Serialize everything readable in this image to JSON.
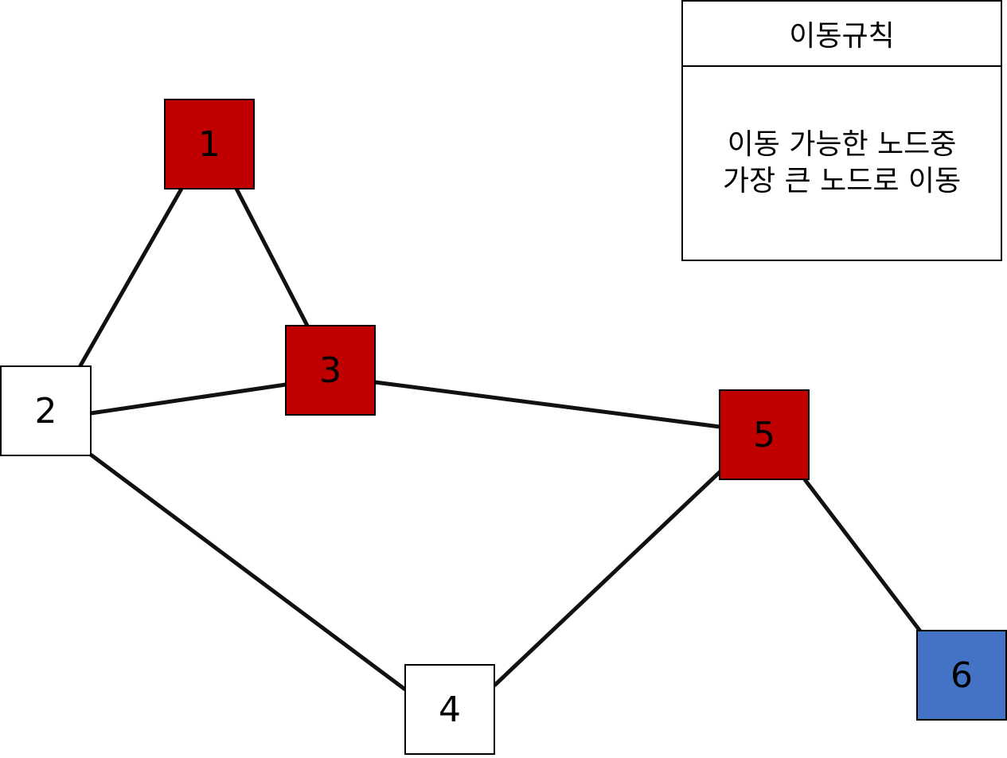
{
  "colors": {
    "visited": "#c00000",
    "target": "#4472c4",
    "unvisited": "#ffffff",
    "edge": "#111111"
  },
  "nodes": [
    {
      "id": "1",
      "label": "1",
      "state": "visited"
    },
    {
      "id": "2",
      "label": "2",
      "state": "unvisited"
    },
    {
      "id": "3",
      "label": "3",
      "state": "visited"
    },
    {
      "id": "4",
      "label": "4",
      "state": "unvisited"
    },
    {
      "id": "5",
      "label": "5",
      "state": "visited"
    },
    {
      "id": "6",
      "label": "6",
      "state": "target"
    }
  ],
  "edges": [
    {
      "from": "1",
      "to": "2"
    },
    {
      "from": "1",
      "to": "3"
    },
    {
      "from": "2",
      "to": "3"
    },
    {
      "from": "2",
      "to": "4"
    },
    {
      "from": "3",
      "to": "5"
    },
    {
      "from": "4",
      "to": "5"
    },
    {
      "from": "5",
      "to": "6"
    }
  ],
  "rule": {
    "title": "이동규칙",
    "line1": "이동 가능한 노드중",
    "line2": "가장 큰 노드로 이동"
  }
}
